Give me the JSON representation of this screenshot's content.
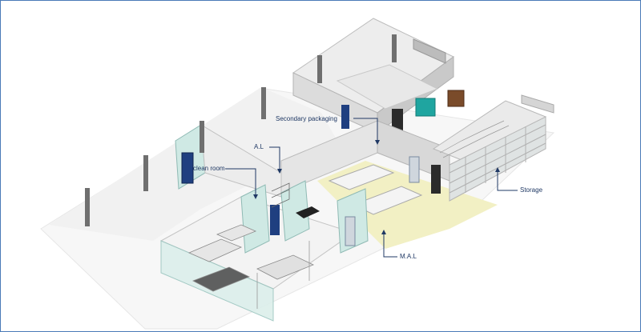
{
  "labels": {
    "al": "A.L",
    "clean_room": "clean room",
    "secondary_packaging": "Secondary packaging",
    "storage": "Storage",
    "mal": "M.A.L"
  },
  "colors": {
    "callout": "#1f3864",
    "floor_yellow": "#f2f0c4",
    "wall_light": "#f3f3f3",
    "wall_shade": "#cfcfcf",
    "glass": "#cfe9e4",
    "door": "#1f3f80",
    "teal": "#1fa5a0",
    "brown": "#7a4b2a"
  }
}
